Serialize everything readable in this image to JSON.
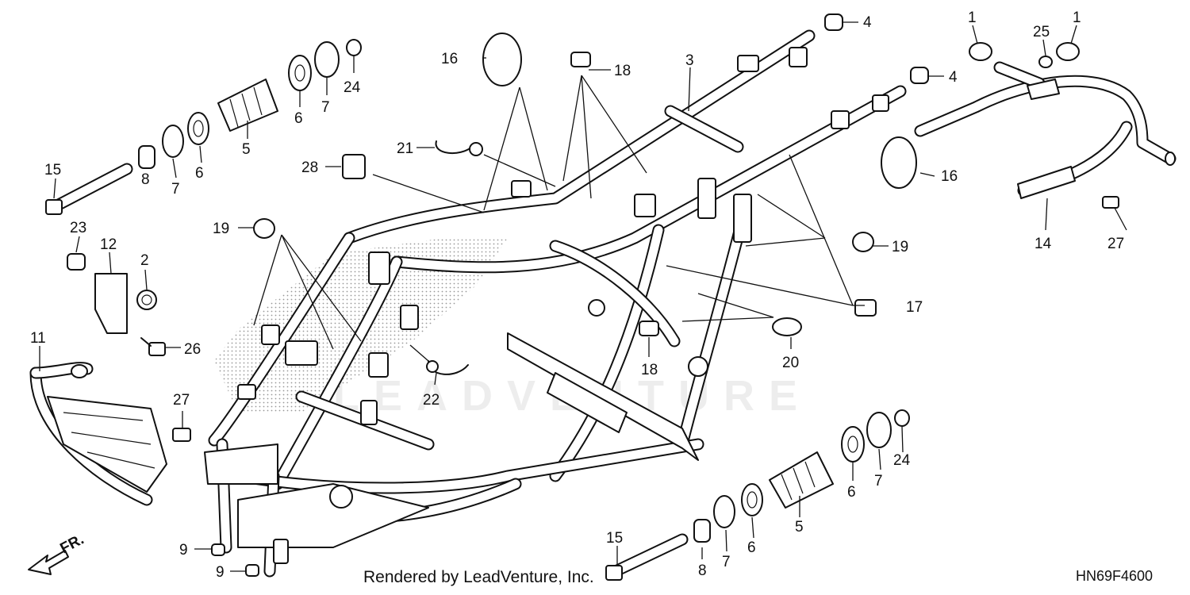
{
  "diagram": {
    "footer": {
      "credit": "Rendered by LeadVenture, Inc.",
      "code": "HN69F4600"
    },
    "direction_label": "FR.",
    "watermark": "LEADVENTURE",
    "callouts": [
      {
        "id": "c1a",
        "text": "1"
      },
      {
        "id": "c1b",
        "text": "1"
      },
      {
        "id": "c25",
        "text": "25"
      },
      {
        "id": "c4a",
        "text": "4"
      },
      {
        "id": "c4b",
        "text": "4"
      },
      {
        "id": "c3",
        "text": "3"
      },
      {
        "id": "c16a",
        "text": "16"
      },
      {
        "id": "c16b",
        "text": "16"
      },
      {
        "id": "c18a",
        "text": "18"
      },
      {
        "id": "c18b",
        "text": "18"
      },
      {
        "id": "c24a",
        "text": "24"
      },
      {
        "id": "c24b",
        "text": "24"
      },
      {
        "id": "c7a",
        "text": "7"
      },
      {
        "id": "c7b",
        "text": "7"
      },
      {
        "id": "c7c",
        "text": "7"
      },
      {
        "id": "c7d",
        "text": "7"
      },
      {
        "id": "c6a",
        "text": "6"
      },
      {
        "id": "c6b",
        "text": "6"
      },
      {
        "id": "c6c",
        "text": "6"
      },
      {
        "id": "c6d",
        "text": "6"
      },
      {
        "id": "c5a",
        "text": "5"
      },
      {
        "id": "c5b",
        "text": "5"
      },
      {
        "id": "c8a",
        "text": "8"
      },
      {
        "id": "c8b",
        "text": "8"
      },
      {
        "id": "c15a",
        "text": "15"
      },
      {
        "id": "c15b",
        "text": "15"
      },
      {
        "id": "c21",
        "text": "21"
      },
      {
        "id": "c28",
        "text": "28"
      },
      {
        "id": "c19a",
        "text": "19"
      },
      {
        "id": "c19b",
        "text": "19"
      },
      {
        "id": "c23",
        "text": "23"
      },
      {
        "id": "c12",
        "text": "12"
      },
      {
        "id": "c2",
        "text": "2"
      },
      {
        "id": "c26",
        "text": "26"
      },
      {
        "id": "c11",
        "text": "11"
      },
      {
        "id": "c27a",
        "text": "27"
      },
      {
        "id": "c27b",
        "text": "27"
      },
      {
        "id": "c14",
        "text": "14"
      },
      {
        "id": "c17",
        "text": "17"
      },
      {
        "id": "c20",
        "text": "20"
      },
      {
        "id": "c22",
        "text": "22"
      },
      {
        "id": "c9a",
        "text": "9"
      },
      {
        "id": "c9b",
        "text": "9"
      }
    ]
  }
}
